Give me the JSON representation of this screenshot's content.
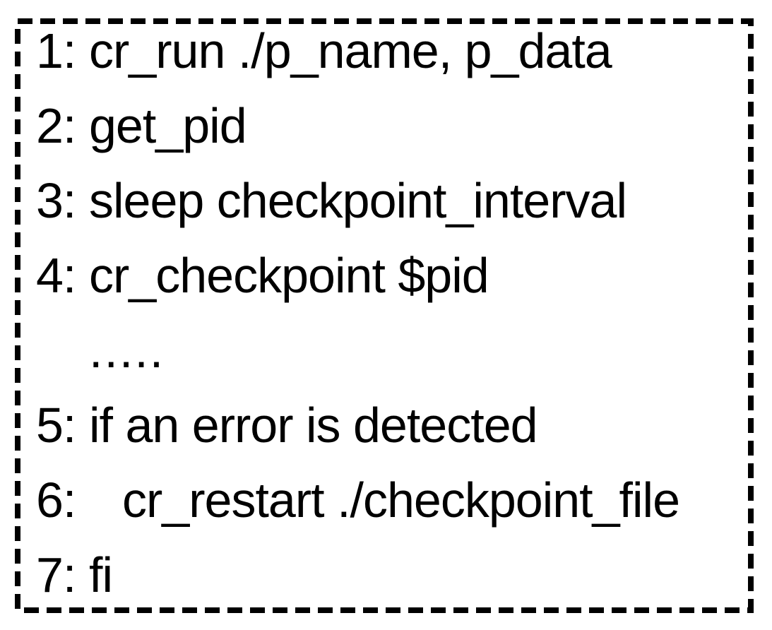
{
  "figure": {
    "type": "pseudocode-listing",
    "description_colors": {
      "background": "#ffffff",
      "border": "#000000",
      "text": "#000000"
    },
    "lines": [
      {
        "num": "1:",
        "text": "cr_run ./p_name, p_data"
      },
      {
        "num": "2:",
        "text": "get_pid"
      },
      {
        "num": "3:",
        "text": "sleep checkpoint_interval"
      },
      {
        "num": "4:",
        "text": "cr_checkpoint $pid"
      },
      {
        "num": "",
        "text": "....."
      },
      {
        "num": "5:",
        "text": "if an error is detected"
      },
      {
        "num": "6:",
        "text": "cr_restart ./checkpoint_file"
      },
      {
        "num": "7:",
        "text": "fi"
      }
    ]
  }
}
